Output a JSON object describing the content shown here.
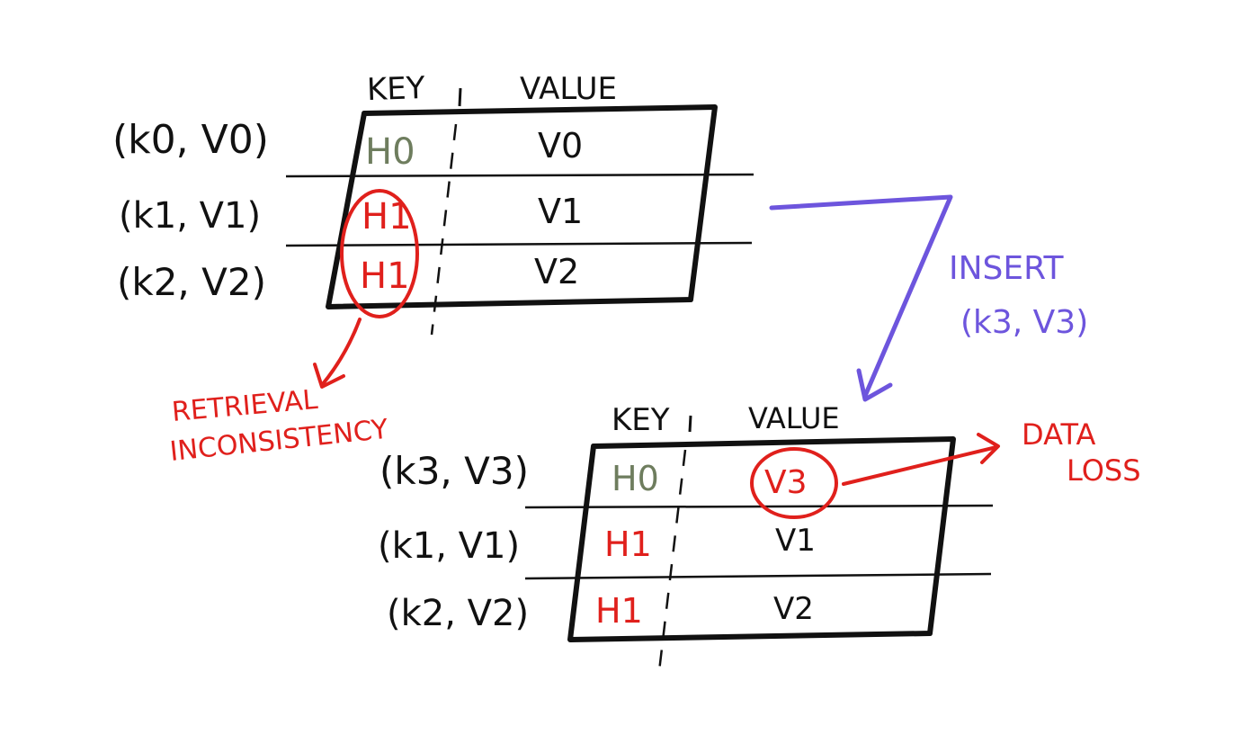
{
  "colors": {
    "ink": "#111111",
    "hash_green": "#6e7d5e",
    "hash_red": "#e0201c",
    "annotation_red": "#e0201c",
    "insert_purple": "#6d55dd"
  },
  "table_top": {
    "header_key": "KEY",
    "header_value": "VALUE",
    "rows": [
      {
        "pair": "(k0, V0)",
        "hash": "H0",
        "value": "V0"
      },
      {
        "pair": "(k1, V1)",
        "hash": "H1",
        "value": "V1"
      },
      {
        "pair": "(k2, V2)",
        "hash": "H1",
        "value": "V2"
      }
    ]
  },
  "table_bottom": {
    "header_key": "KEY",
    "header_value": "VALUE",
    "rows": [
      {
        "pair": "(k3, V3)",
        "hash": "H0",
        "value": "V3"
      },
      {
        "pair": "(k1, V1)",
        "hash": "H1",
        "value": "V1"
      },
      {
        "pair": "(k2, V2)",
        "hash": "H1",
        "value": "V2"
      }
    ]
  },
  "annotations": {
    "retrieval_line1": "RETRIEVAL",
    "retrieval_line2": "INCONSISTENCY",
    "insert_line1": "INSERT",
    "insert_line2": "(k3, V3)",
    "data_loss_line1": "DATA",
    "data_loss_line2": "LOSS"
  }
}
